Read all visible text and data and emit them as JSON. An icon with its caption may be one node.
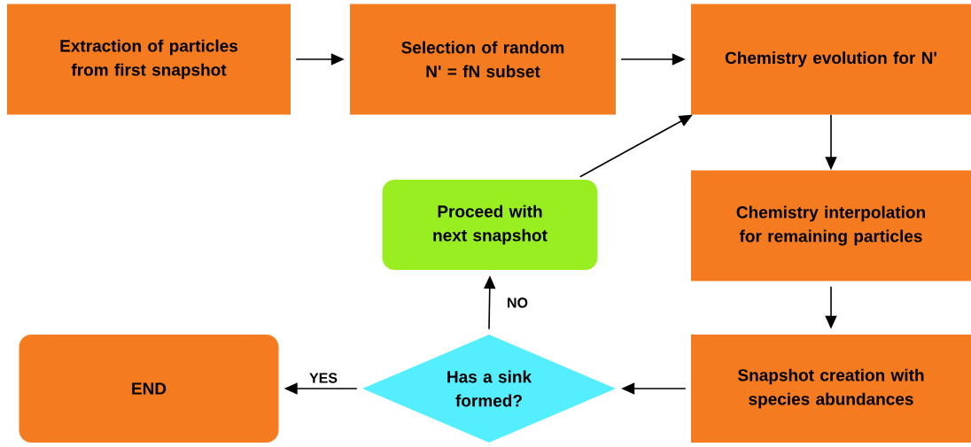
{
  "diagram": {
    "nodes": [
      {
        "text": [
          "Extraction of particles from first snapshot"
        ]
      },
      {
        "text": [
          "Selection of random N' = fN subset"
        ]
      },
      {
        "text": [
          "Chemistry evolution for N'"
        ]
      },
      {
        "text": [
          "Chemistry interpolation for remaining particles"
        ]
      },
      {
        "text": [
          "Snapshot creation with species abundances"
        ]
      },
      {
        "text": [
          "Has a sink formed?"
        ]
      },
      {
        "text": [
          "Proceed with next snapshot"
        ]
      },
      {
        "text": [
          "END"
        ]
      }
    ],
    "edges": [
      {
        "from": 0,
        "to": 1,
        "arrow": "to"
      },
      {
        "from": 1,
        "to": 2,
        "arrow": "to"
      },
      {
        "from": 2,
        "to": 3,
        "arrow": "to"
      },
      {
        "from": 3,
        "to": 4,
        "arrow": "to"
      },
      {
        "from": 4,
        "to": 5,
        "arrow": "to"
      },
      {
        "from": 5,
        "to": 6,
        "arrow": "to",
        "label": "NO"
      },
      {
        "from": 5,
        "to": 7,
        "arrow": "to",
        "label": "YES"
      },
      {
        "from": 6,
        "to": 2,
        "arrow": "to"
      }
    ]
  }
}
